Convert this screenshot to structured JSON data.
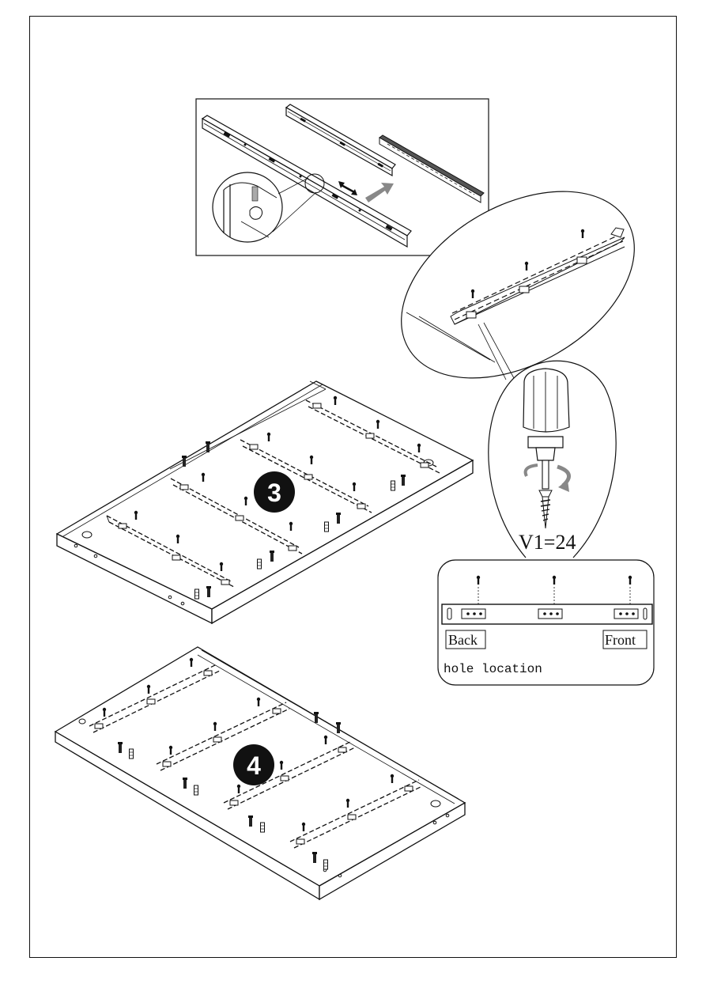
{
  "steps": [
    {
      "number": "3"
    },
    {
      "number": "4"
    }
  ],
  "screw_callout": {
    "label": "V1=24"
  },
  "hole_location": {
    "back_label": "Back",
    "front_label": "Front",
    "caption": "hole location"
  },
  "icons": [
    "drawer-slide-icon",
    "screwdriver-icon",
    "screw-icon",
    "rotate-arrow-icon"
  ]
}
